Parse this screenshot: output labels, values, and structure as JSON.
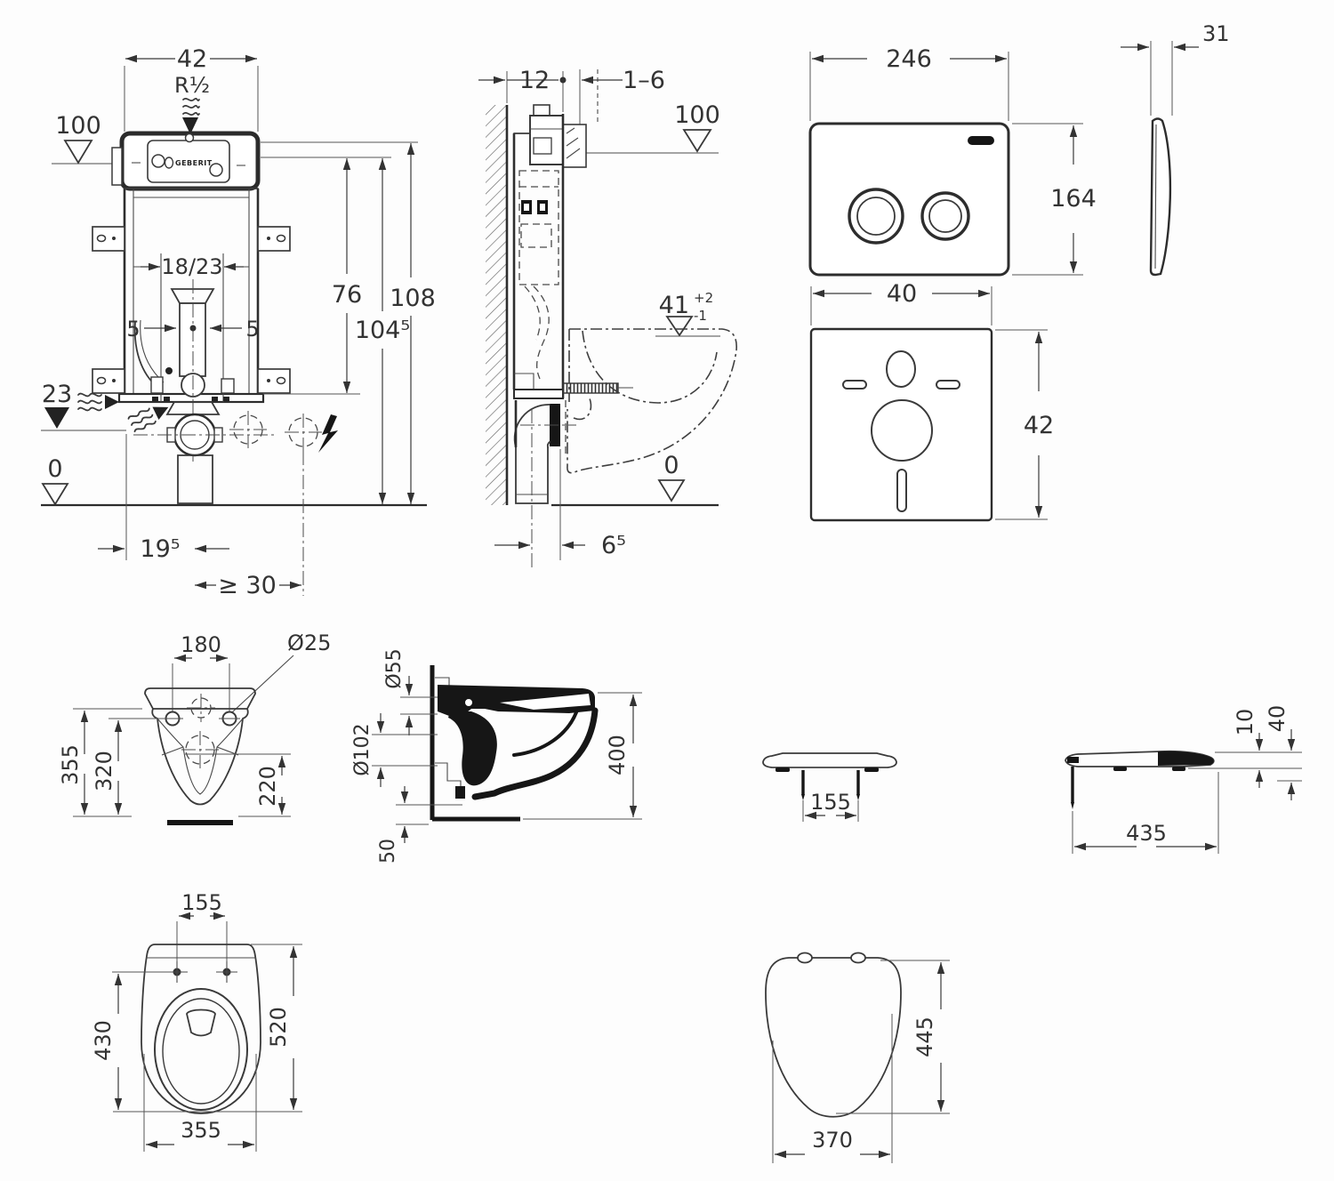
{
  "brand": "GEBERIT",
  "front": {
    "d42": "42",
    "r12": "R½",
    "lvl100": "100",
    "rail1823": "18/23",
    "off5l": "5",
    "off5r": "5",
    "h76": "76",
    "h104": "104⁵",
    "h108": "108",
    "lvl23": "23",
    "lvl0": "0",
    "d195": "19⁵",
    "d30": "≥ 30"
  },
  "side": {
    "d12": "12",
    "d16": "1–6",
    "lvl100": "100",
    "t41": "41",
    "t41sup": "+2",
    "t41sub": "-1",
    "lvl0": "0",
    "d65": "6⁵"
  },
  "plate": {
    "w246": "246",
    "h164": "164",
    "t31": "31"
  },
  "mat": {
    "w40": "40",
    "h42": "42"
  },
  "wc_front": {
    "d180": "180",
    "dia25": "Ø25",
    "h355": "355",
    "h320": "320",
    "h220": "220"
  },
  "wc_side": {
    "dia55": "Ø55",
    "dia102": "Ø102",
    "h400": "400",
    "h50": "50"
  },
  "seat_section": {
    "d155": "155"
  },
  "seat_side": {
    "t10": "10",
    "t40": "40",
    "l435": "435"
  },
  "wc_top": {
    "d155": "155",
    "d430": "430",
    "d520": "520",
    "d355": "355"
  },
  "seat_top": {
    "h445": "445",
    "w370": "370"
  }
}
